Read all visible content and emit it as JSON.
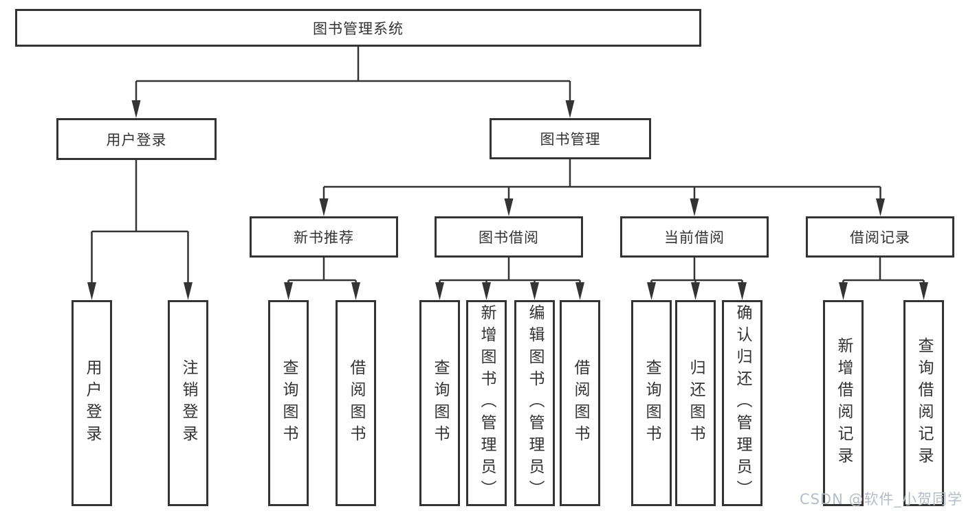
{
  "diagram": {
    "root": {
      "label": "图书管理系统"
    },
    "branches": [
      {
        "label": "用户登录",
        "children": [
          {
            "label": "用户登录"
          },
          {
            "label": "注销登录"
          }
        ]
      },
      {
        "label": "图书管理",
        "children": [
          {
            "label": "新书推荐",
            "children": [
              {
                "label": "查询图书"
              },
              {
                "label": "借阅图书"
              }
            ]
          },
          {
            "label": "图书借阅",
            "children": [
              {
                "label": "查询图书"
              },
              {
                "label": "新增图书（管理员）"
              },
              {
                "label": "编辑图书（管理员）"
              },
              {
                "label": "借阅图书"
              }
            ]
          },
          {
            "label": "当前借阅",
            "children": [
              {
                "label": "查询图书"
              },
              {
                "label": "归还图书"
              },
              {
                "label": "确认归还（管理员）"
              }
            ]
          },
          {
            "label": "借阅记录",
            "children": [
              {
                "label": "新增借阅记录"
              },
              {
                "label": "查询借阅记录"
              }
            ]
          }
        ]
      }
    ]
  },
  "watermark": {
    "text": "CSDN @软件_小贺同学"
  },
  "colors": {
    "line": "#333333",
    "text": "#333333",
    "background": "#ffffff",
    "watermark": "#b6bcc6"
  }
}
